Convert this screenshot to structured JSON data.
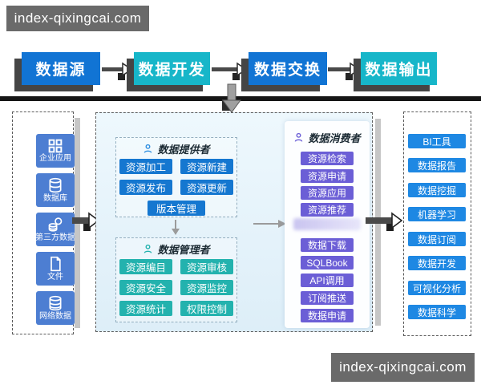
{
  "watermark": {
    "text": "index-qixingcai.com"
  },
  "top_flow": {
    "steps": [
      {
        "label": "数据源",
        "color": "#1174d4"
      },
      {
        "label": "数据开发",
        "color": "#17b6c9"
      },
      {
        "label": "数据交换",
        "color": "#1174d4"
      },
      {
        "label": "数据输出",
        "color": "#17b6c9"
      }
    ]
  },
  "left_panel": {
    "items": [
      {
        "label": "企业应用",
        "icon": "app-grid-icon"
      },
      {
        "label": "数据库",
        "icon": "database-icon"
      },
      {
        "label": "第三方数据",
        "icon": "coins-icon"
      },
      {
        "label": "文件",
        "icon": "file-icon"
      },
      {
        "label": "网络数据",
        "icon": "database-icon"
      }
    ],
    "tile_color": "#4d7ed2"
  },
  "middle": {
    "provider": {
      "title": "数据提供者",
      "buttons": [
        "资源加工",
        "资源新建",
        "资源发布",
        "资源更新",
        "版本管理"
      ],
      "button_color": "#1577d0"
    },
    "manager": {
      "title": "数据管理者",
      "buttons": [
        "资源编目",
        "资源审核",
        "资源安全",
        "资源监控",
        "资源统计",
        "权限控制"
      ],
      "button_color": "#23b2ae"
    },
    "consumer": {
      "title": "数据消费者",
      "top_buttons": [
        "资源检索",
        "资源申请",
        "资源应用",
        "资源推荐"
      ],
      "bottom_buttons": [
        "数据下载",
        "SQLBook",
        "API调用",
        "订阅推送",
        "数据申请"
      ],
      "button_color": "#6b5ed6"
    }
  },
  "right_panel": {
    "items": [
      "BI工具",
      "数据报告",
      "数据挖掘",
      "机器学习",
      "数据订阅",
      "数据开发",
      "可视化分析",
      "数据科学"
    ],
    "button_color": "#1e88e3"
  },
  "colors": {
    "flow_blue": "#1174d4",
    "flow_teal": "#17b6c9",
    "shadow_gray": "#454545",
    "divider_black": "#161616",
    "watermark_gray": "#6a6a6a",
    "panel_bg": "#eef8fd"
  }
}
